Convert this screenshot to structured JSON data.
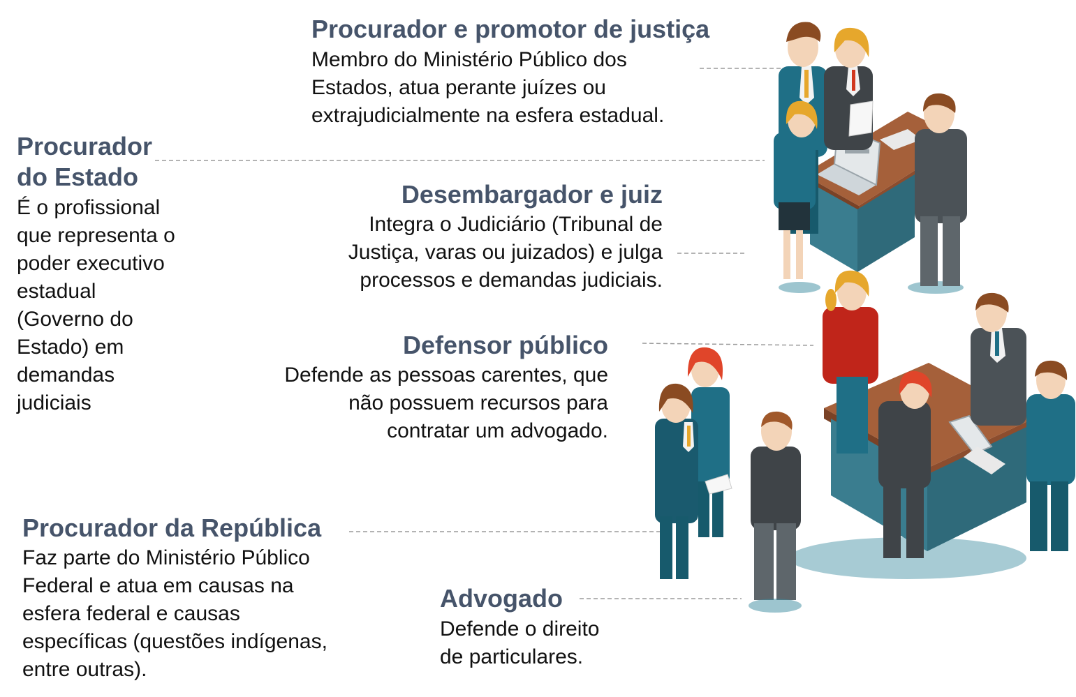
{
  "roles": {
    "procurador_promotor": {
      "title": "Procurador e promotor de justiça",
      "desc": [
        "Membro do Ministério Público dos",
        "Estados, atua perante juízes ou",
        "extrajudicialmente na esfera estadual."
      ]
    },
    "procurador_estado": {
      "title": [
        "Procurador",
        "do Estado"
      ],
      "desc": [
        "É o profissional",
        "que representa o",
        "poder executivo",
        "estadual",
        "(Governo do",
        "Estado) em",
        "demandas",
        "judiciais"
      ]
    },
    "desembargador_juiz": {
      "title": "Desembargador e juiz",
      "desc": [
        "Integra o Judiciário (Tribunal de",
        "Justiça, varas ou juizados) e julga",
        "processos e demandas judiciais."
      ]
    },
    "defensor_publico": {
      "title": "Defensor público",
      "desc": [
        "Defende as pessoas carentes, que",
        "não possuem recursos para",
        "contratar um advogado."
      ]
    },
    "procurador_republica": {
      "title": "Procurador da República",
      "desc": [
        "Faz parte do Ministério Público",
        "Federal e atua em causas na",
        "esfera federal e causas",
        "específicas (questões indígenas,",
        "entre outras)."
      ]
    },
    "advogado": {
      "title": "Advogado",
      "desc": [
        "Defende o direito",
        "de particulares."
      ]
    }
  },
  "colors": {
    "title": "#46546a",
    "text": "#111111",
    "leader": "#999999",
    "teal": "#1f6f86",
    "table": "#a5603a"
  }
}
